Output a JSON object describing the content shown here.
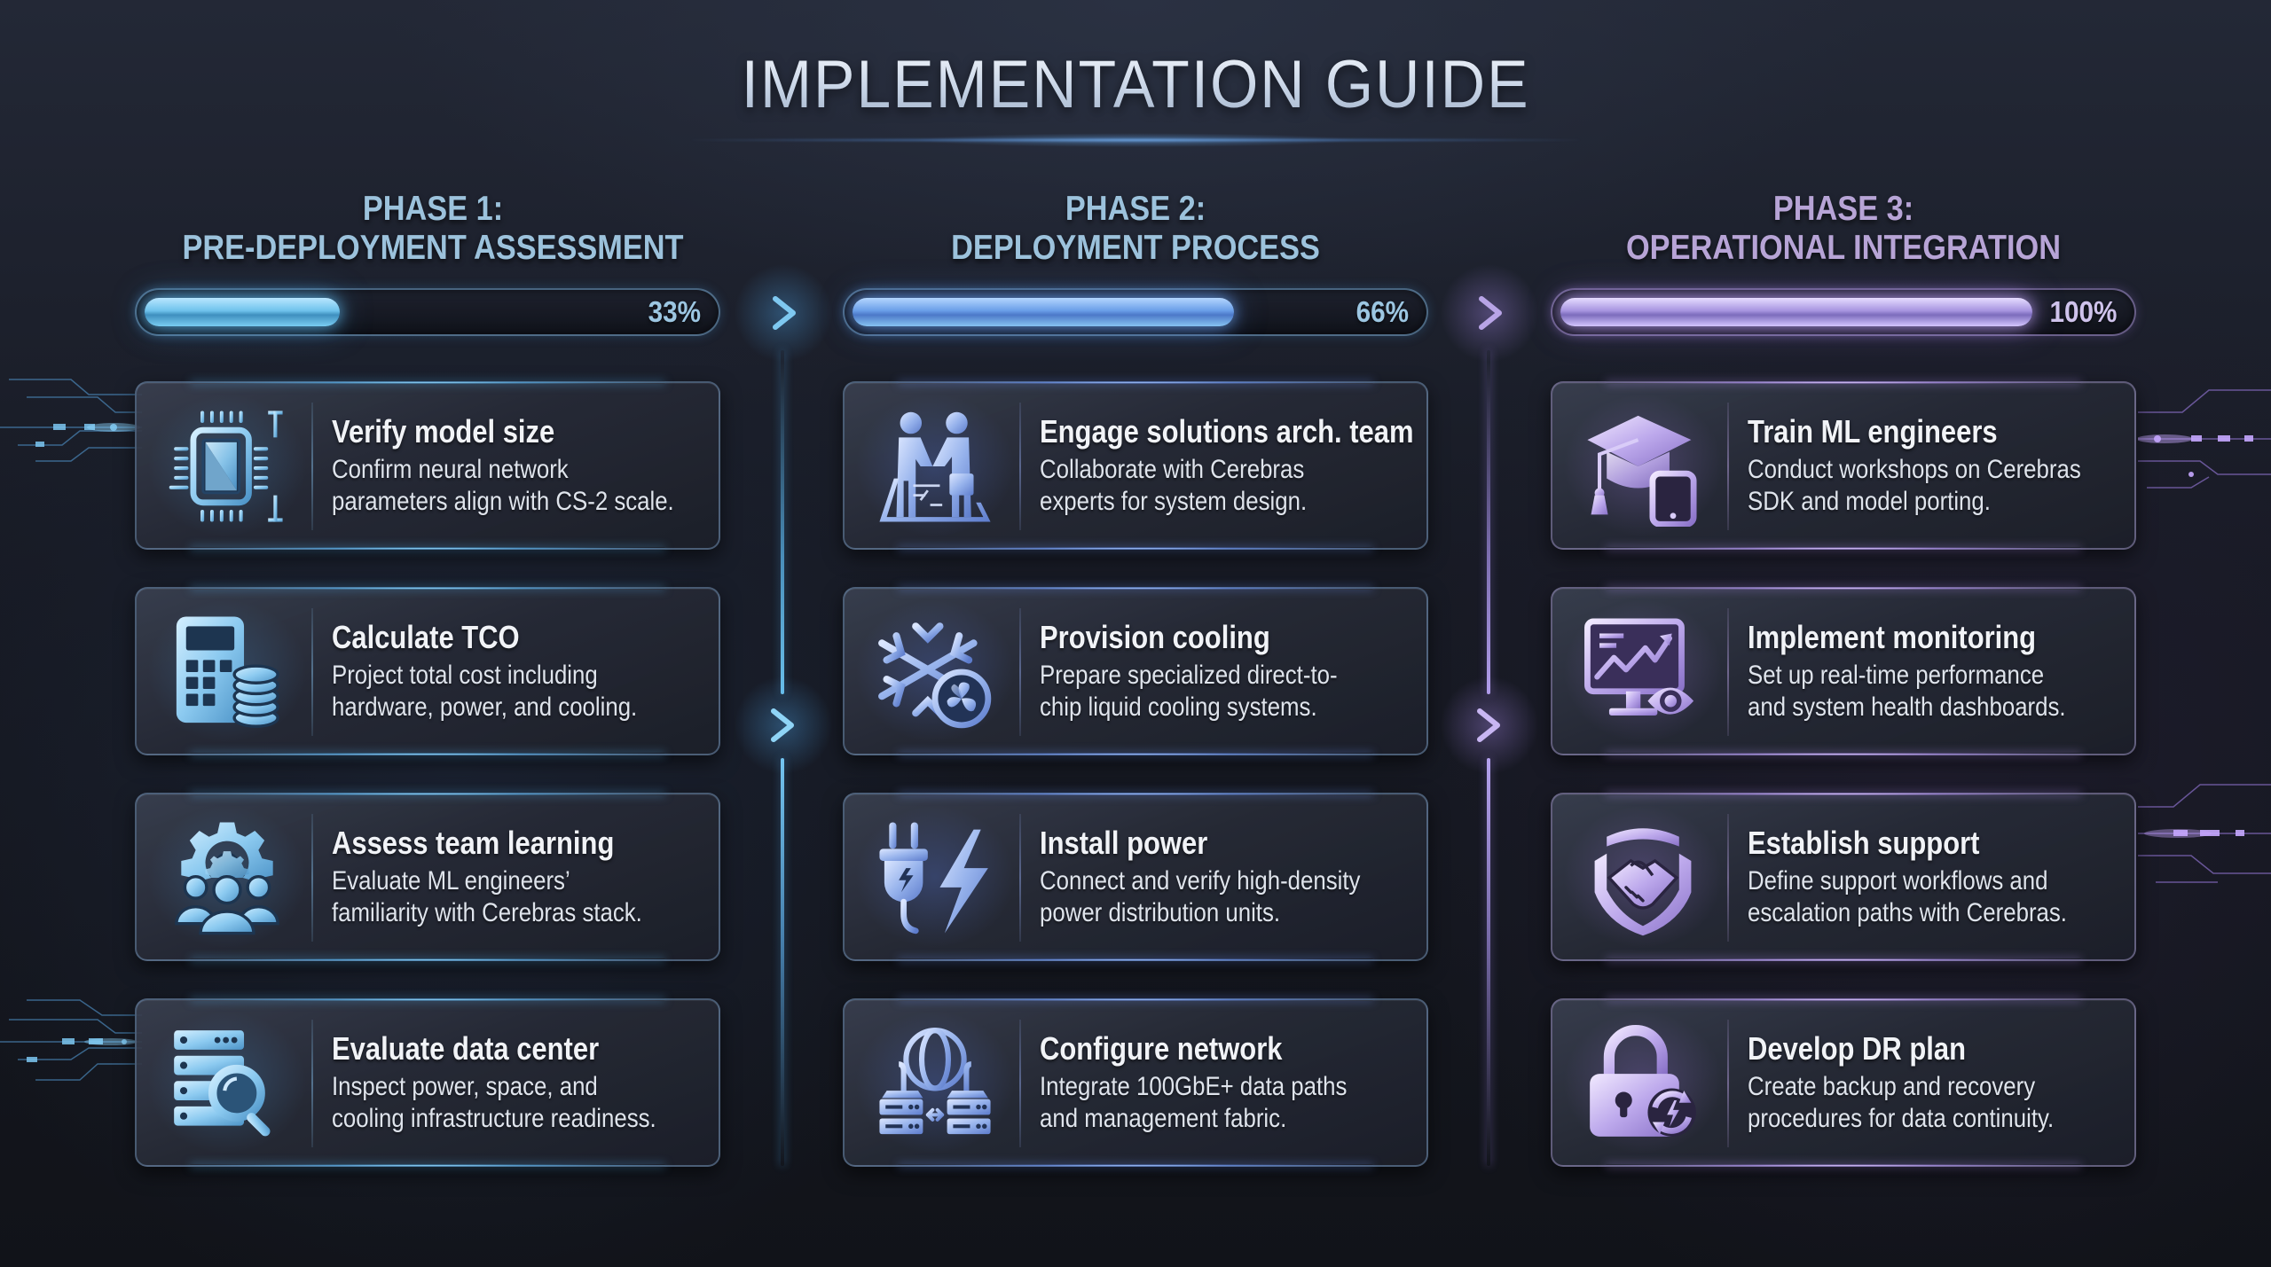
{
  "title": "IMPLEMENTATION GUIDE",
  "colors": {
    "background": "#171a24",
    "phase1_accent": "#6fc3ec",
    "phase2_accent": "#6a9ee8",
    "phase3_accent": "#a795e0",
    "card_bg": "#2c3140",
    "text_primary": "#f1f3f7",
    "text_secondary": "#dfe4ec"
  },
  "phases": [
    {
      "label": "PHASE 1:",
      "name": "PRE-DEPLOYMENT ASSESSMENT",
      "progress_pct": 33,
      "progress_label": "33%",
      "steps": [
        {
          "icon": "chip-icon",
          "title": "Verify model size",
          "description": "Confirm neural network\nparameters align with CS-2 scale."
        },
        {
          "icon": "calculator-coins-icon",
          "title": "Calculate TCO",
          "description": "Project total cost including\nhardware, power, and cooling."
        },
        {
          "icon": "team-gear-icon",
          "title": "Assess team learning",
          "description": "Evaluate ML engineers’\nfamiliarity with Cerebras stack."
        },
        {
          "icon": "server-search-icon",
          "title": "Evaluate data center",
          "description": "Inspect power, space, and\ncooling infrastructure readiness."
        }
      ]
    },
    {
      "label": "PHASE 2:",
      "name": "DEPLOYMENT PROCESS",
      "progress_pct": 66,
      "progress_label": "66%",
      "steps": [
        {
          "icon": "handshake-people-icon",
          "title": "Engage solutions arch. team",
          "description": "Collaborate with Cerebras\nexperts for system design."
        },
        {
          "icon": "snowflake-fan-icon",
          "title": "Provision cooling",
          "description": "Prepare specialized direct-to-\nchip liquid cooling systems."
        },
        {
          "icon": "plug-lightning-icon",
          "title": "Install power",
          "description": "Connect and verify high-density\npower distribution units."
        },
        {
          "icon": "globe-servers-icon",
          "title": "Configure network",
          "description": "Integrate 100GbE+ data paths\nand management fabric."
        }
      ]
    },
    {
      "label": "PHASE 3:",
      "name": "OPERATIONAL INTEGRATION",
      "progress_pct": 100,
      "progress_label": "100%",
      "steps": [
        {
          "icon": "graduation-cap-tablet-icon",
          "title": "Train ML engineers",
          "description": "Conduct workshops on Cerebras\nSDK and model porting."
        },
        {
          "icon": "monitor-chart-eye-icon",
          "title": "Implement monitoring",
          "description": "Set up real-time performance\nand system health dashboards."
        },
        {
          "icon": "shield-handshake-icon",
          "title": "Establish support",
          "description": "Define support workflows and\nescalation paths with Cerebras."
        },
        {
          "icon": "lock-refresh-icon",
          "title": "Develop DR plan",
          "description": "Create backup and recovery\nprocedures for data continuity."
        }
      ]
    }
  ]
}
